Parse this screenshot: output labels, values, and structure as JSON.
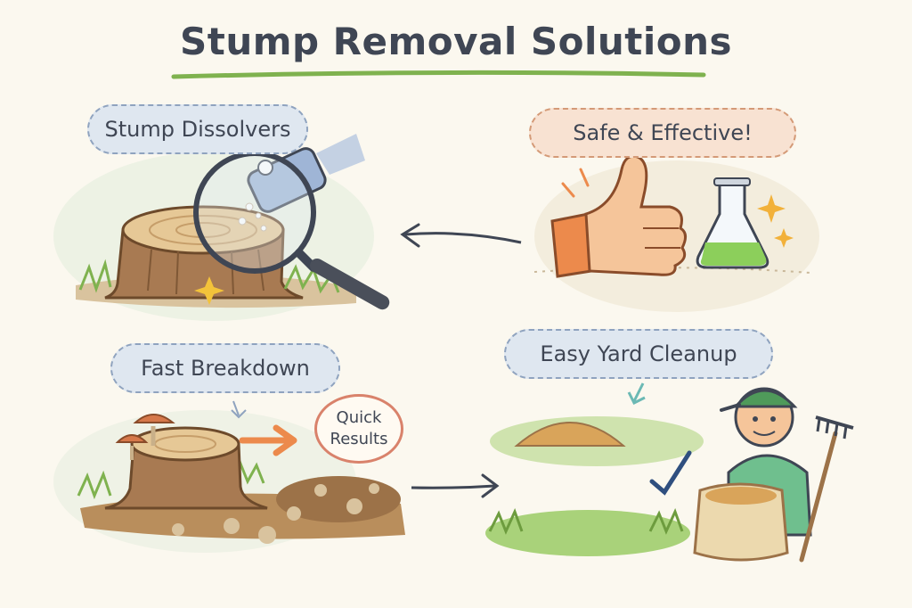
{
  "title": "Stump Removal Solutions",
  "panels": {
    "stump_dissolvers": {
      "label": "Stump Dissolvers"
    },
    "safe_effective": {
      "label": "Safe & Effective!"
    },
    "fast_breakdown": {
      "label": "Fast Breakdown",
      "result_label_line1": "Quick",
      "result_label_line2": "Results"
    },
    "easy_cleanup": {
      "label": "Easy Yard Cleanup"
    }
  },
  "colors": {
    "title_text": "#3f4654",
    "title_underline": "#7fb24f",
    "bubble_blue": "#dfe7f0",
    "bubble_peach": "#f8e2d2",
    "stump_wood": "#a87a52",
    "stump_top": "#e6c896",
    "grass": "#7fb24f",
    "accent_orange": "#ec8a4c",
    "flask_liquid": "#8ccf5b"
  },
  "icons": [
    "magnifying-glass-icon",
    "tree-stump-icon",
    "thumbs-up-icon",
    "flask-icon",
    "sparkle-icon",
    "mushroom-icon",
    "arrow-icon",
    "checkmark-icon",
    "gardener-icon",
    "rake-icon",
    "sack-icon"
  ]
}
